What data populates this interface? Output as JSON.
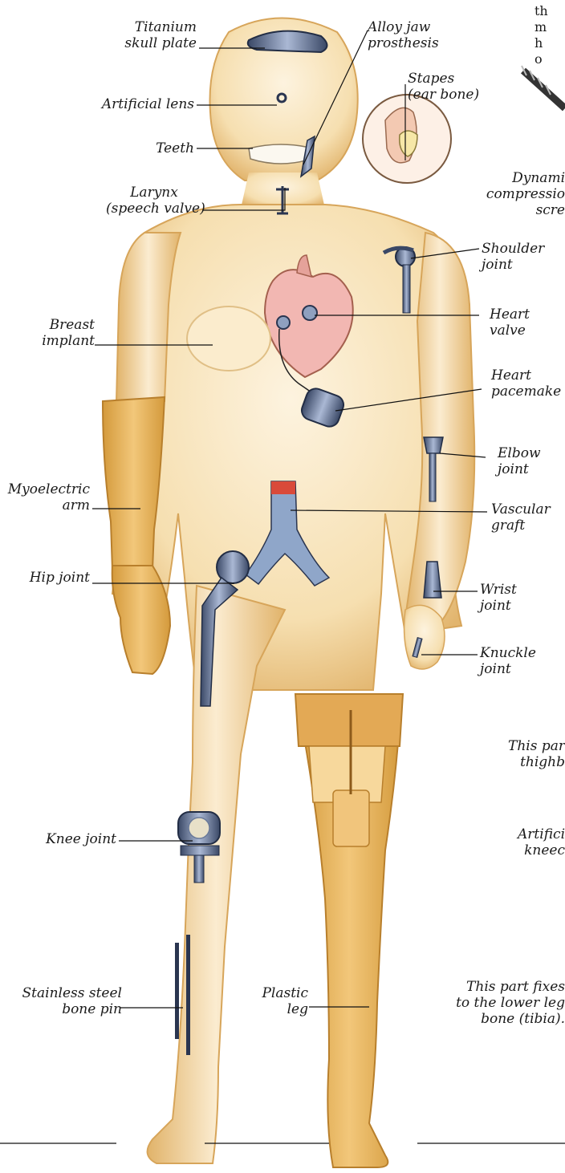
{
  "labels": {
    "titanium_skull_plate": [
      "Titanium",
      "skull plate"
    ],
    "alloy_jaw": [
      "Alloy jaw",
      "prosthesis"
    ],
    "artificial_lens": [
      "Artificial lens"
    ],
    "stapes": [
      "Stapes",
      "(ear bone)"
    ],
    "teeth": [
      "Teeth"
    ],
    "dynamic_screw": [
      "Dynami",
      "compressio",
      "scre"
    ],
    "larynx": [
      "Larynx",
      "(speech valve)"
    ],
    "shoulder_joint": [
      "Shoulder",
      "joint"
    ],
    "breast_implant": [
      "Breast",
      "implant"
    ],
    "heart_valve": [
      "Heart",
      "valve"
    ],
    "heart_pacemaker": [
      "Heart",
      "pacemake"
    ],
    "elbow_joint": [
      "Elbow",
      "joint"
    ],
    "myoelectric_arm": [
      "Myoelectric",
      "arm"
    ],
    "vascular_graft": [
      "Vascular",
      "graft"
    ],
    "hip_joint": [
      "Hip joint"
    ],
    "wrist_joint": [
      "Wrist",
      "joint"
    ],
    "knuckle_joint": [
      "Knuckle",
      "joint"
    ],
    "thighbone_part": [
      "This par",
      "thighb"
    ],
    "artificial_kneecap": [
      "Artifici",
      "kneec"
    ],
    "knee_joint": [
      "Knee joint"
    ],
    "steel_pin": [
      "Stainless steel",
      "bone pin"
    ],
    "plastic_leg": [
      "Plastic",
      "leg"
    ],
    "tibia_part": [
      "This part fixes",
      "to the lower leg",
      "bone (tibia)."
    ]
  },
  "corner_text": [
    "th",
    "m",
    "h",
    "o"
  ]
}
